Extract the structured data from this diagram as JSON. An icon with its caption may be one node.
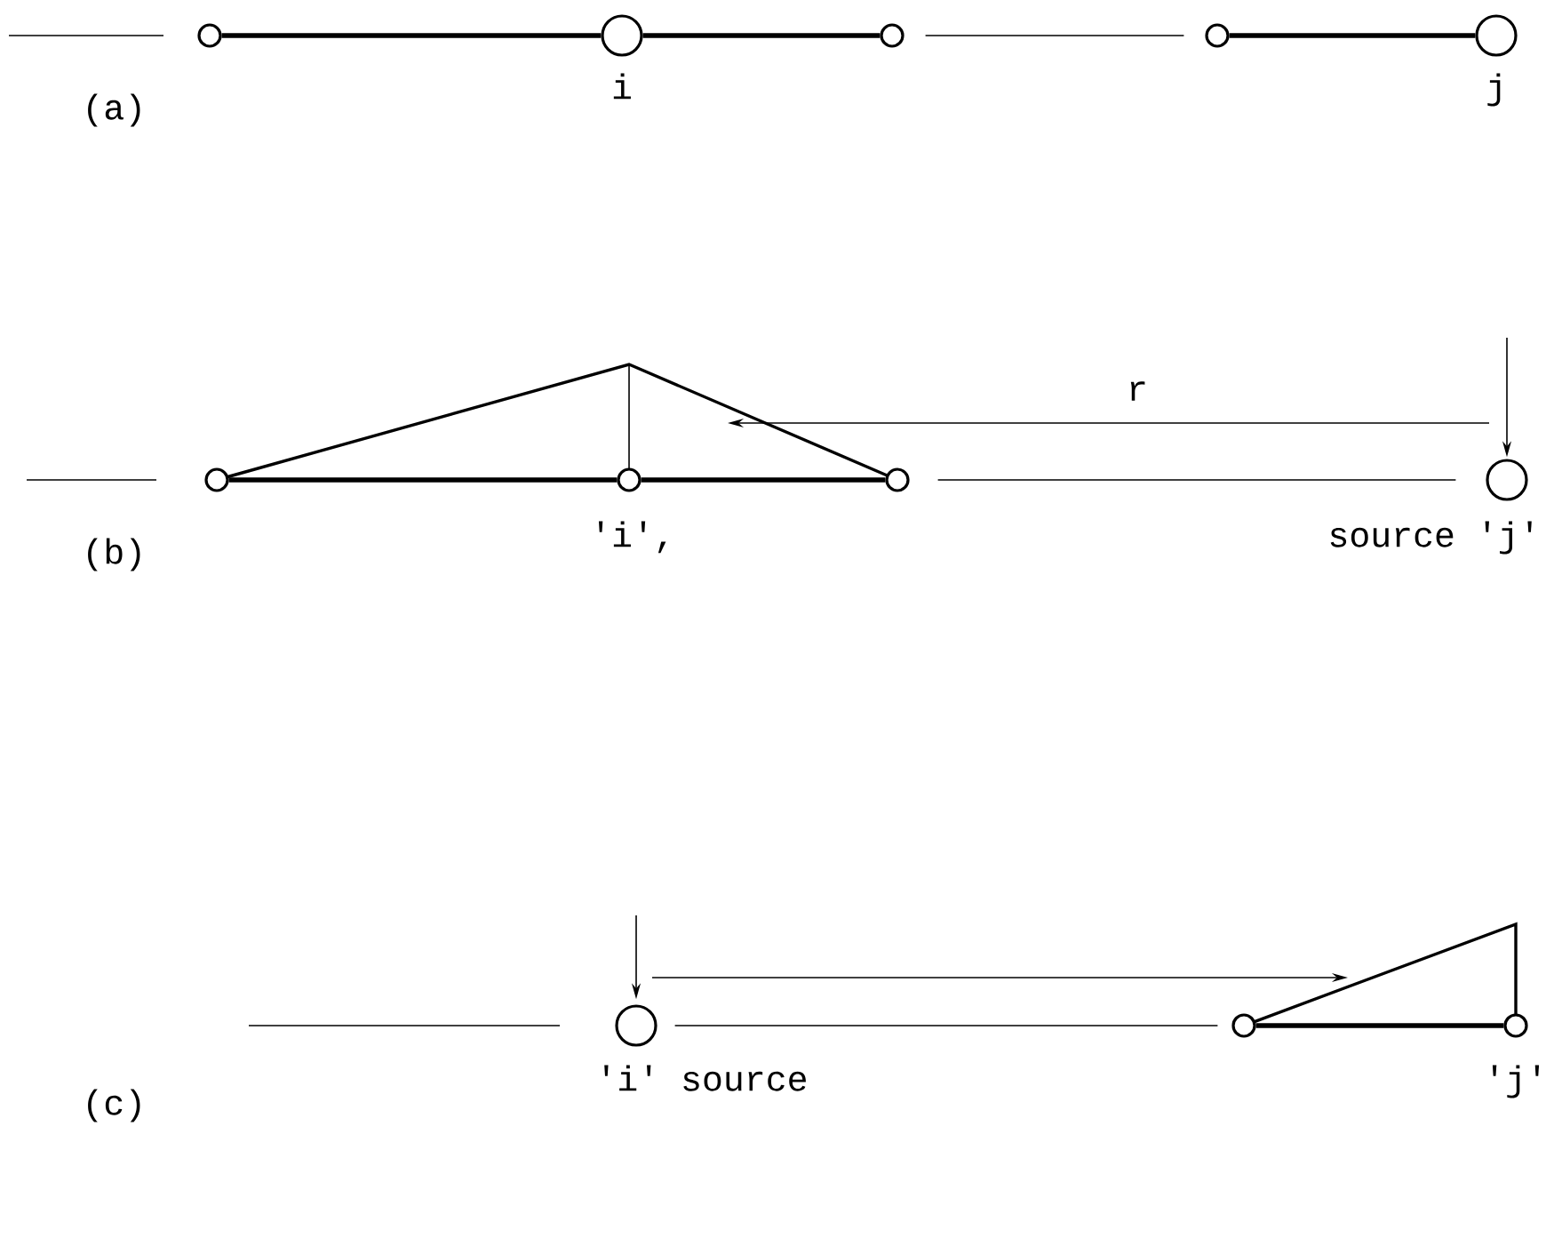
{
  "diagram": {
    "nodes": [
      {
        "text": [],
        "shape": "circle"
      },
      {
        "text": [],
        "shape": "circle",
        "beside": [
          "i"
        ]
      },
      {
        "text": [],
        "shape": "circle"
      },
      {
        "text": [],
        "shape": "circle"
      },
      {
        "text": [],
        "shape": "circle",
        "beside": [
          "j"
        ]
      },
      {
        "text": [],
        "shape": "triangle"
      },
      {
        "text": [],
        "shape": "circle"
      },
      {
        "text": [],
        "shape": "circle",
        "beside": [
          "'i',"
        ]
      },
      {
        "text": [],
        "shape": "circle"
      },
      {
        "text": [],
        "shape": "circle",
        "beside": [
          "source 'j'"
        ]
      },
      {
        "text": [],
        "shape": "triangle"
      },
      {
        "text": [],
        "shape": "circle",
        "beside": [
          "'i' source"
        ]
      },
      {
        "text": [],
        "shape": "circle"
      },
      {
        "text": [],
        "shape": "circle",
        "beside": [
          "'j'"
        ]
      }
    ],
    "edges": [
      {
        "from": 0,
        "to": 1,
        "arrow": "none",
        "style": "thick"
      },
      {
        "from": 1,
        "to": 2,
        "arrow": "none",
        "style": "thick"
      },
      {
        "from": 2,
        "to": 3,
        "arrow": "none"
      },
      {
        "from": 3,
        "to": 4,
        "arrow": "none",
        "style": "thick"
      },
      {
        "from": 6,
        "to": 7,
        "arrow": "none",
        "style": "thick"
      },
      {
        "from": 7,
        "to": 8,
        "arrow": "none",
        "style": "thick"
      },
      {
        "from": 8,
        "to": 9,
        "arrow": "none"
      },
      {
        "from": null,
        "to": 5,
        "arrow": "to",
        "label": "r"
      },
      {
        "from": null,
        "to": 9,
        "arrow": "to"
      },
      {
        "from": 11,
        "to": 12,
        "arrow": "none"
      },
      {
        "from": 12,
        "to": 13,
        "arrow": "none",
        "style": "thick"
      },
      {
        "from": null,
        "to": 10,
        "arrow": "to"
      },
      {
        "from": null,
        "to": 11,
        "arrow": "to"
      }
    ],
    "labels": [
      "(a)",
      "(b)",
      "(c)"
    ]
  }
}
